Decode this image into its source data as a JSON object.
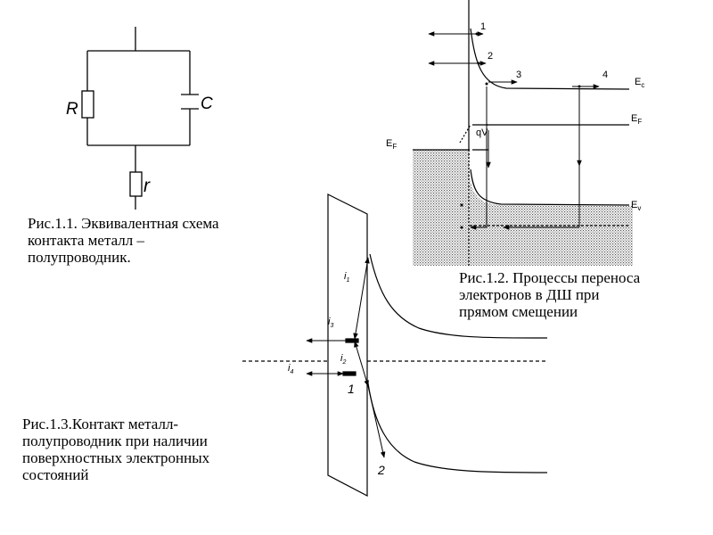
{
  "fig1": {
    "label_R": "R",
    "label_C": "C",
    "label_r": "r",
    "caption": [
      "Рис.1.1. Эквивалентная схема",
      "контакта  металл –",
      "полупроводник."
    ]
  },
  "fig2": {
    "labels": {
      "n1": "1",
      "n2": "2",
      "n3": "3",
      "n4": "4",
      "ec_main": "E",
      "ec_sub": "c",
      "ef_right_main": "E",
      "ef_right_sub": "F",
      "ef_left_main": "E",
      "ef_left_sub": "F",
      "ev_main": "E",
      "ev_sub": "v",
      "qv": "qV"
    },
    "caption": [
      "Рис.1.2. Процессы переноса",
      "электронов в ДШ при",
      "прямом смещении"
    ]
  },
  "fig3": {
    "labels": {
      "i1_main": "i",
      "i1_sub": "1",
      "i2_main": "i",
      "i2_sub": "2",
      "i3_main": "i",
      "i3_sub": "3",
      "i4_main": "i",
      "i4_sub": "4",
      "n1": "1",
      "n2": "2"
    },
    "caption": [
      "Рис.1.3.Контакт металл-",
      "полупроводник  при  наличии",
      "поверхностных электронных",
      "состояний"
    ]
  }
}
